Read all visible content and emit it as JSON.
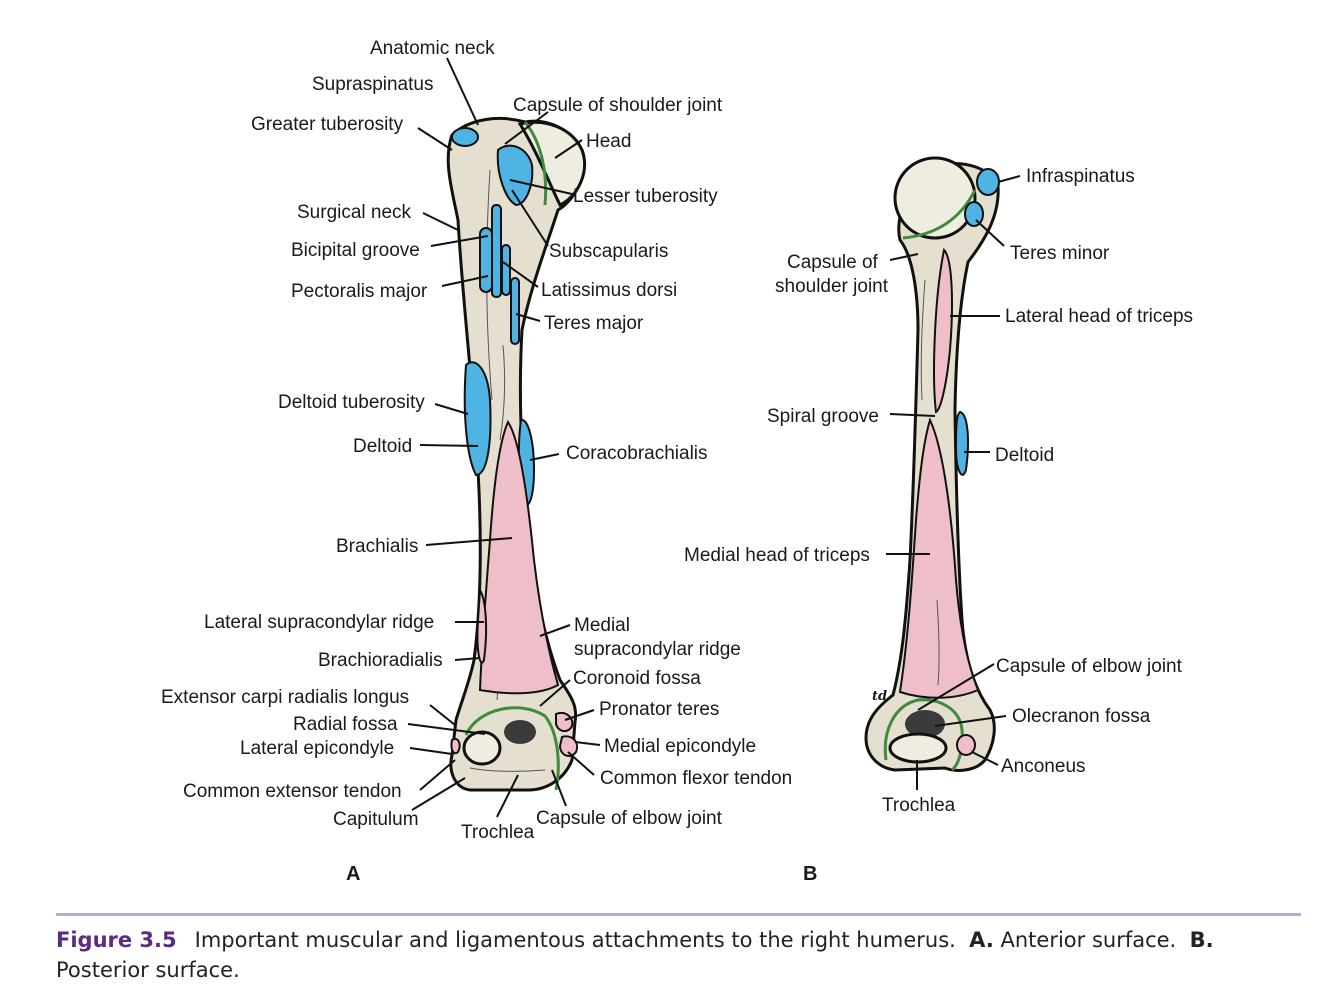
{
  "figure": {
    "panel_a": {
      "letter": "A",
      "labels": {
        "anatomic_neck": "Anatomic neck",
        "supraspinatus": "Supraspinatus",
        "capsule_shoulder": "Capsule of shoulder joint",
        "greater_tuberosity": "Greater tuberosity",
        "head": "Head",
        "lesser_tuberosity": "Lesser tuberosity",
        "surgical_neck": "Surgical neck",
        "bicipital_groove": "Bicipital groove",
        "subscapularis": "Subscapularis",
        "pectoralis_major": "Pectoralis major",
        "latissimus_dorsi": "Latissimus dorsi",
        "teres_major": "Teres major",
        "deltoid_tuberosity": "Deltoid tuberosity",
        "deltoid": "Deltoid",
        "coracobrachialis": "Coracobrachialis",
        "brachialis": "Brachialis",
        "lateral_supracondylar_ridge": "Lateral supracondylar ridge",
        "medial_supracondylar_ridge_1": "Medial",
        "medial_supracondylar_ridge_2": "supracondylar ridge",
        "brachioradialis": "Brachioradialis",
        "coronoid_fossa": "Coronoid fossa",
        "extensor_carpi_radialis_longus": "Extensor carpi radialis longus",
        "pronator_teres": "Pronator teres",
        "radial_fossa": "Radial fossa",
        "lateral_epicondyle": "Lateral epicondyle",
        "medial_epicondyle": "Medial epicondyle",
        "common_flexor_tendon": "Common flexor tendon",
        "common_extensor_tendon": "Common extensor tendon",
        "capitulum": "Capitulum",
        "capsule_elbow": "Capsule of elbow joint",
        "trochlea": "Trochlea"
      }
    },
    "panel_b": {
      "letter": "B",
      "labels": {
        "infraspinatus": "Infraspinatus",
        "teres_minor": "Teres minor",
        "capsule_shoulder_1": "Capsule of",
        "capsule_shoulder_2": "shoulder joint",
        "lateral_head_triceps": "Lateral head of triceps",
        "spiral_groove": "Spiral groove",
        "deltoid": "Deltoid",
        "medial_head_triceps": "Medial head of triceps",
        "capsule_elbow": "Capsule of elbow joint",
        "olecranon_fossa": "Olecranon fossa",
        "anconeus": "Anconeus",
        "trochlea": "Trochlea",
        "signature": "td"
      }
    },
    "colors": {
      "muscle_origin": "#4fb3e3",
      "muscle_insertion": "#eebfc8",
      "capsule": "#3f8b3d",
      "bone": "#e4dfcf",
      "caption_accent": "#5b2b86",
      "rule": "#b9a9d8"
    }
  },
  "caption": {
    "figure_number": "Figure 3.5",
    "text": "Important muscular and ligamentous attachments to the right humerus.",
    "a_label": "A.",
    "a_text": "Anterior surface.",
    "b_label": "B.",
    "b_text": "Posterior surface."
  }
}
